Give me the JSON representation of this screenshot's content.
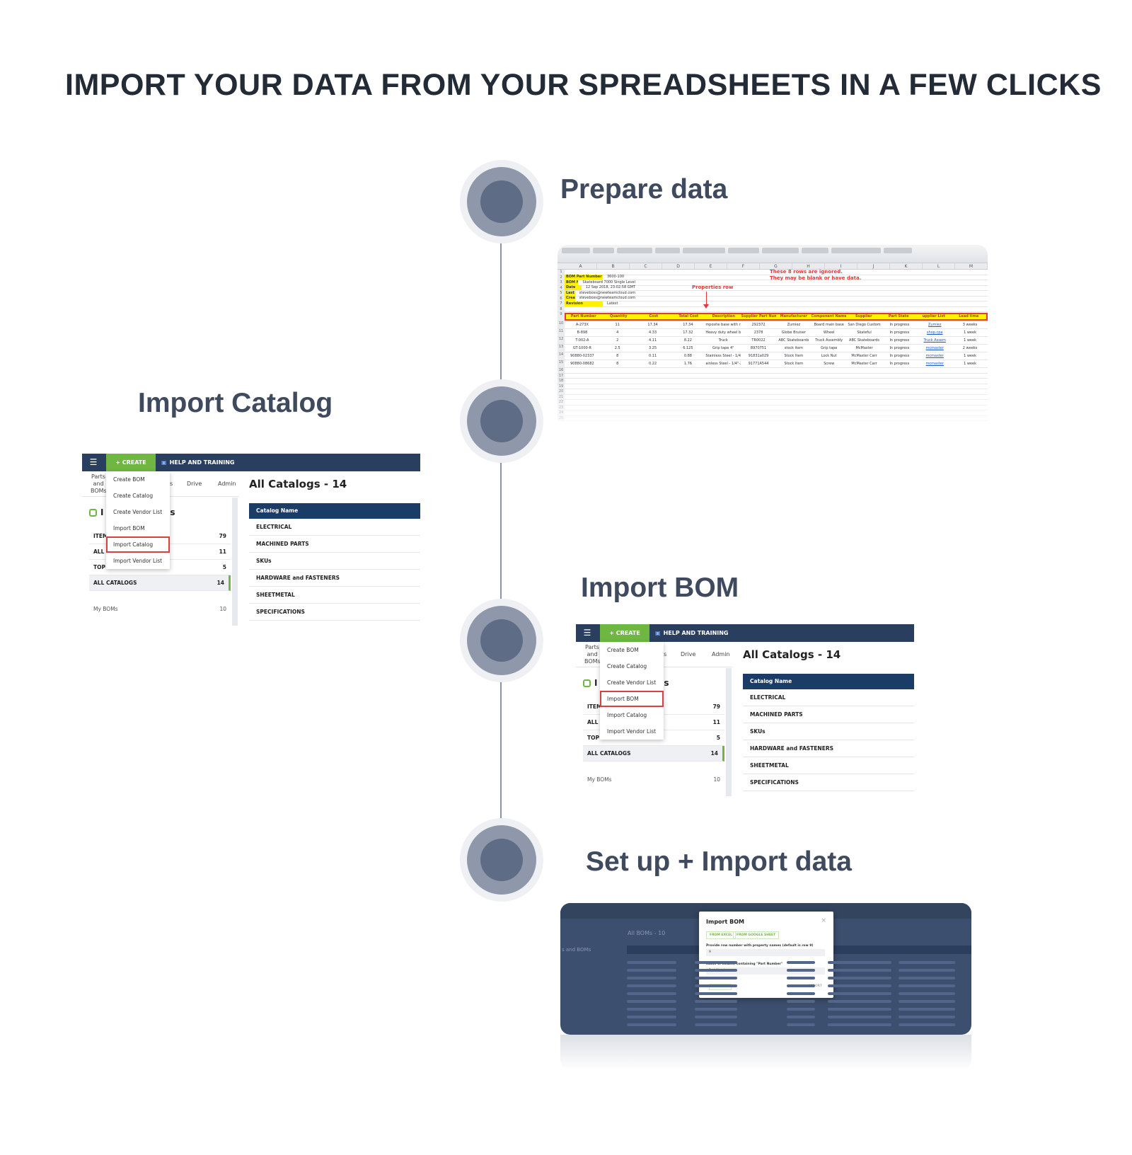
{
  "title": "IMPORT YOUR DATA FROM YOUR SPREADSHEETS IN A FEW CLICKS",
  "steps": {
    "prepare": "Prepare data",
    "catalog": "Import Catalog",
    "bom": "Import BOM",
    "setup": "Set up + Import data"
  },
  "spreadsheet": {
    "columns": [
      "A",
      "B",
      "C",
      "D",
      "E",
      "F",
      "G",
      "H",
      "I",
      "J",
      "K",
      "L",
      "M"
    ],
    "meta": [
      {
        "k": "BOM Part Number",
        "v": "3600-100"
      },
      {
        "k": "BOM Name",
        "v": "Skateboard 7000 Single Level"
      },
      {
        "k": "Date",
        "v": "12 Sep 2018, 23:02:58 GMT"
      },
      {
        "k": "Last update by user",
        "v": "steveboss@newteamcloud.com"
      },
      {
        "k": "Created by user",
        "v": "steveboss@newteamcloud.com"
      },
      {
        "k": "Revision",
        "v": "Latest"
      }
    ],
    "note": "These 8 rows are ignored.\nThey may be blank or have data.",
    "props_note": "Properties row",
    "headers": [
      "Part Number",
      "Quantity",
      "Cost",
      "Total Cost",
      "Description",
      "Supplier Part Number",
      "Manufacturer",
      "Component Name",
      "Supplier",
      "Part State",
      "upplier List",
      "Lead time"
    ],
    "rows": [
      [
        "A-273X",
        "11",
        "17.34",
        "17.34",
        "mposite base with rugged",
        "292372",
        "Zumiez",
        "Board main base",
        "San Diego Custom",
        "In progress",
        "Zumiez",
        "3 weeks"
      ],
      [
        "B-898",
        "4",
        "4.33",
        "17.32",
        "Heavy duty wheel bearing",
        "2378",
        "Globe Bruiser",
        "Wheel",
        "Skateful",
        "In progress",
        "shop.cpa",
        "1 week"
      ],
      [
        "T-002-A",
        "2",
        "4.11",
        "8.22",
        "Truck",
        "TR0022",
        "ABC Skateboards",
        "Truck Assembly",
        "ABC Skateboards",
        "In progress",
        "Truck Assem",
        "1 week"
      ],
      [
        "GT-1000-R",
        "2.5",
        "3.25",
        "6.125",
        "Grip tape 4\"",
        "8970751",
        "stock item",
        "Grip tape",
        "McMaster",
        "In progress",
        "mcmaster",
        "2 weeks"
      ],
      [
        "90880-02337",
        "8",
        "0.11",
        "0.88",
        "Stainless Steel - 1/4\"-20",
        "91831a029",
        "Stock Item",
        "Lock Nut",
        "McMaster Carr",
        "In progress",
        "mcmaster",
        "1 week"
      ],
      [
        "90880-08682",
        "8",
        "0.22",
        "1.76",
        "ainless Steel - 1/4\"-20x1.2",
        "91771A544",
        "Stock Item",
        "Screw",
        "McMaster Carr",
        "In progress",
        "mcmaster",
        "1 week"
      ]
    ]
  },
  "app": {
    "create_label": "+ CREATE",
    "help_label": "HELP AND TRAINING",
    "parts_label": "Parts and BOMs",
    "frag_label": "s",
    "drive_label": "Drive",
    "admin_label": "Admin",
    "sidebar_heading_start": "I",
    "sidebar_heading_end": "Ms",
    "content_title": "All Catalogs - 14",
    "dropdown": [
      "Create BOM",
      "Create Catalog",
      "Create Vendor List",
      "Import BOM",
      "Import Catalog",
      "Import Vendor List"
    ],
    "sidebar_rows": [
      {
        "label": "ITEM",
        "count": "79"
      },
      {
        "label": "ALL",
        "count": "11"
      },
      {
        "label": "TOP LEVEL BOMS",
        "count": "5"
      },
      {
        "label": "ALL CATALOGS",
        "count": "14"
      }
    ],
    "my_boms": {
      "label": "My BOMs",
      "count": "10"
    },
    "table_header": "Catalog Name",
    "table_rows": [
      "ELECTRICAL",
      "MACHINED PARTS",
      "SKUs",
      "HARDWARE and FASTENERS",
      "SHEETMETAL",
      "SPECIFICATIONS"
    ]
  },
  "modal": {
    "title": "Import BOM",
    "close": "×",
    "tab1": "FROM EXCEL",
    "tab2": "FROM GOOGLE SHEET",
    "label1": "Provide row number with property names (default is row 9)",
    "value1": "9",
    "label2": "Name of column containing \"Part Number\"",
    "value2": "Part Number",
    "cancel": "CANCEL",
    "import": "IMPORT",
    "bg_title": "All BOMs - 10",
    "bg_left": "s and BOMs"
  },
  "colors": {
    "accent": "#6fb742",
    "navbar": "#2a3f5f",
    "table_header": "#1c3c68",
    "highlight": "#d94040",
    "timeline": "#5f6c85"
  }
}
